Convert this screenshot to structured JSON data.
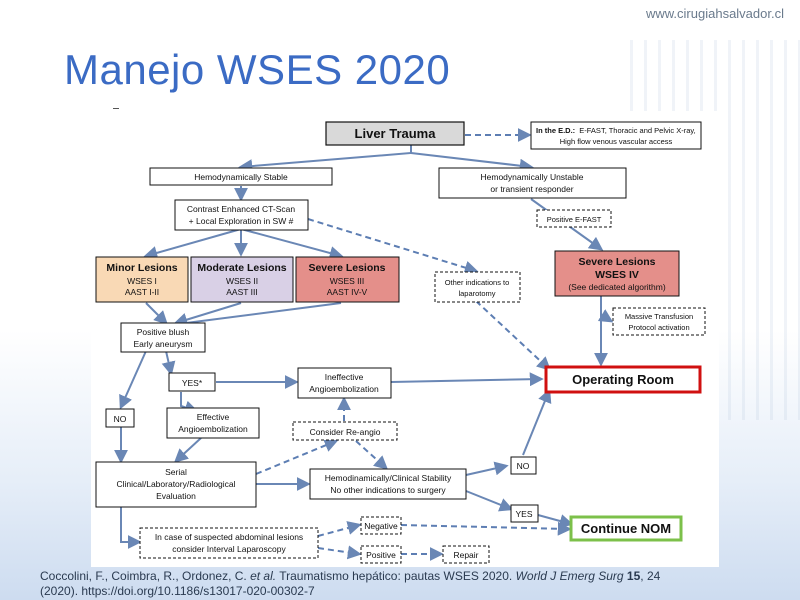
{
  "site_url": "www.cirugiahsalvador.cl",
  "slide_title": "Manejo WSES 2020",
  "nodes": {
    "liver_trauma": "Liver Trauma",
    "ed_line1_b": "In the E.D.:",
    "ed_line1": "E-FAST, Thoracic and Pelvic X-ray,",
    "ed_line2": "High flow venous vascular access",
    "hemo_stable": "Hemodynamically Stable",
    "hemo_unstable_1": "Hemodynamically Unstable",
    "hemo_unstable_2": "or transient responder",
    "ct_1": "Contrast Enhanced CT-Scan",
    "ct_2": "+ Local Exploration in SW #",
    "positive_efast": "Positive E-FAST",
    "minor_1": "Minor Lesions",
    "minor_2": "WSES I",
    "minor_3": "AAST I-II",
    "moderate_1": "Moderate Lesions",
    "moderate_2": "WSES II",
    "moderate_3": "AAST III",
    "severe_1": "Severe Lesions",
    "severe_2": "WSES III",
    "severe_3": "AAST IV-V",
    "other_ind_1": "Other indications to",
    "other_ind_2": "laparotomy",
    "severe4_1": "Severe Lesions",
    "severe4_2": "WSES IV",
    "severe4_3": "(See dedicated algorithm)",
    "massive_1": "Massive Transfusion",
    "massive_2": "Protocol activation",
    "blush_1": "Positive blush",
    "blush_2": "Early aneurysm",
    "yes_star": "YES*",
    "ineffective_1": "Ineffective",
    "ineffective_2": "Angioembolization",
    "operating_room": "Operating Room",
    "no_left": "NO",
    "effective_1": "Effective",
    "effective_2": "Angioembolization",
    "reangio": "Consider Re-angio",
    "no_right": "NO",
    "serial_1": "Serial",
    "serial_2": "Clinical/Laboratory/Radiological",
    "serial_3": "Evaluation",
    "stability_1": "Hemodinamically/Clinical Stability",
    "stability_2": "No other indications to surgery",
    "yes_right": "YES",
    "suspected_1": "In case of suspected abdominal lesions",
    "suspected_2": "consider Interval Laparoscopy",
    "negative": "Negative",
    "positive": "Positive",
    "repair": "Repair",
    "continue_nom": "Continue NOM"
  },
  "colors": {
    "title": "#3b6bc4",
    "minor_fill": "#f9d9b5",
    "moderate_fill": "#d9d0e6",
    "severe_fill": "#e48f8a",
    "liver_fill": "#d9d9d9",
    "operating_border": "#d01010",
    "nom_border": "#7cc04a",
    "arrow": "#6a87b5",
    "dashed_arrow": "#5d7eb3"
  },
  "citation": {
    "authors": "Coccolini, F., Coimbra, R., Ordonez, C. ",
    "et_al": "et al.",
    "title_text": " Traumatismo hepático: pautas WSES 2020. ",
    "journal": "World J Emerg Surg",
    "volume": " 15",
    "pages": ", 24",
    "line2": "(2020). https://doi.org/10.1186/s13017-020-00302-7"
  }
}
